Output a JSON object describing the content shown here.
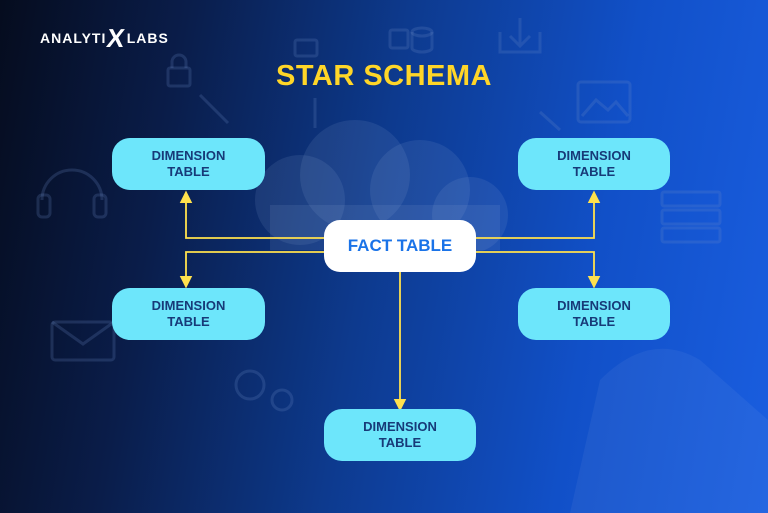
{
  "brand": {
    "logo_left": "ANALYTI",
    "logo_x": "X",
    "logo_right": "LABS"
  },
  "title": "STAR SCHEMA",
  "fact": {
    "label": "FACT TABLE"
  },
  "dimensions": [
    {
      "line1": "DIMENSION",
      "line2": "TABLE"
    },
    {
      "line1": "DIMENSION",
      "line2": "TABLE"
    },
    {
      "line1": "DIMENSION",
      "line2": "TABLE"
    },
    {
      "line1": "DIMENSION",
      "line2": "TABLE"
    },
    {
      "line1": "DIMENSION",
      "line2": "TABLE"
    }
  ],
  "colors": {
    "title": "#ffd628",
    "dimension_fill": "#6de6fb",
    "dimension_text": "#173a78",
    "fact_fill": "#ffffff",
    "fact_text": "#1a73e8",
    "connector": "#ffe14d"
  },
  "background_icons": [
    "lock-icon",
    "headphones-icon",
    "mail-icon",
    "database-icon",
    "download-icon",
    "image-icon",
    "server-icon",
    "gear-icon",
    "cloud-icon"
  ]
}
